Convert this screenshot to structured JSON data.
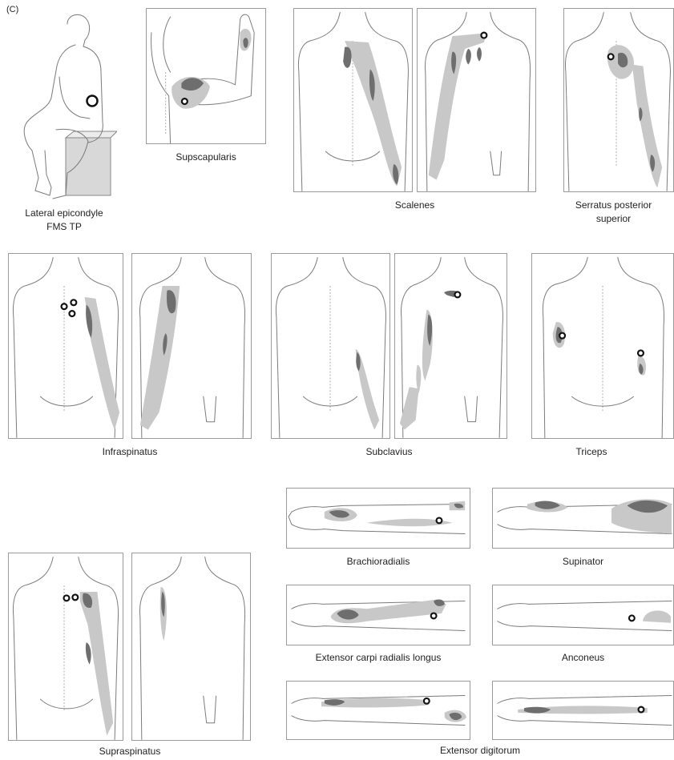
{
  "figure_label": "(C)",
  "captions": {
    "lateral_epicondyle": [
      "Lateral epicondyle",
      "FMS TP"
    ],
    "supscapularis": "Supscapularis",
    "scalenes": "Scalenes",
    "serratus_posterior_superior": [
      "Serratus posterior",
      "superior"
    ],
    "infraspinatus": "Infraspinatus",
    "subclavius": "Subclavius",
    "triceps": "Triceps",
    "supraspinatus": "Supraspinatus",
    "brachioradialis": "Brachioradialis",
    "supinator": "Supinator",
    "extensor_carpi_radialis_longus": "Extensor carpi radialis longus",
    "anconeus": "Anconeus",
    "extensor_digitorum": "Extensor digitorum"
  },
  "colors": {
    "outline": "#7a7a7a",
    "referral_zone_light": "#c8c8c8",
    "referral_zone_dark": "#6e6e6e",
    "trigger_point": "#111111",
    "panel_border": "#9a9a9a"
  }
}
